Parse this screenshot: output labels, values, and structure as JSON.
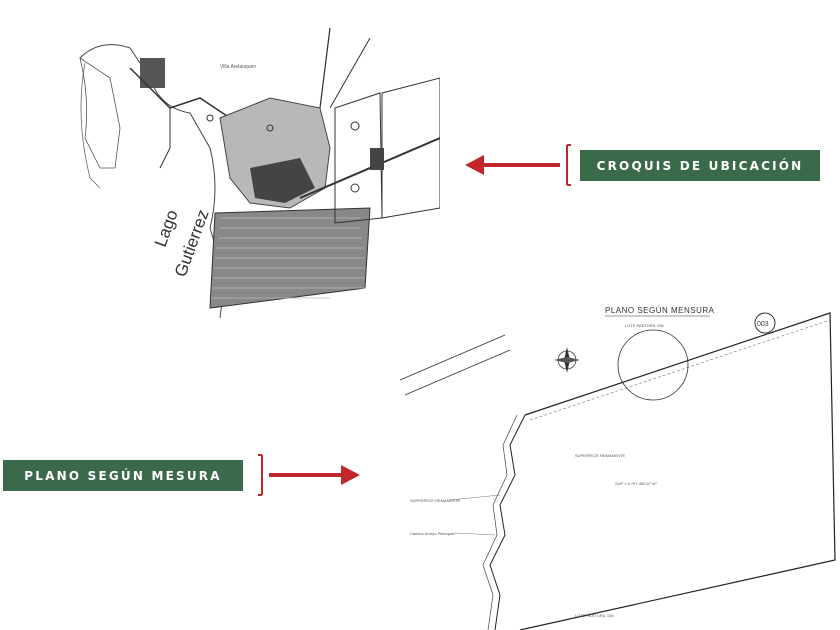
{
  "labels": {
    "croquis": "CROQUIS DE UBICACIÓN",
    "plano": "PLANO SEGÚN MESURA"
  },
  "map_top": {
    "lake_line1": "Lago",
    "lake_line2": "Gutierrez",
    "villa": "Villa Arelauquen"
  },
  "map_bottom": {
    "title": "PLANO SEGÚN MENSURA",
    "plan_number": "003",
    "lote_top": "LOTE PASTORIL 106",
    "lote_bottom": "LOTE PASTORIL 106",
    "superficie": "SUP ≈ 5.797.450,67 m²",
    "remanente1": "SUPERFICIE REMANENTE",
    "remanente2": "SUPERFICIE REMANENTE",
    "camino": "Camino Arroyo Pileuquen"
  },
  "colors": {
    "label_bg": "#3b6a4a",
    "arrow": "#c0262b"
  }
}
